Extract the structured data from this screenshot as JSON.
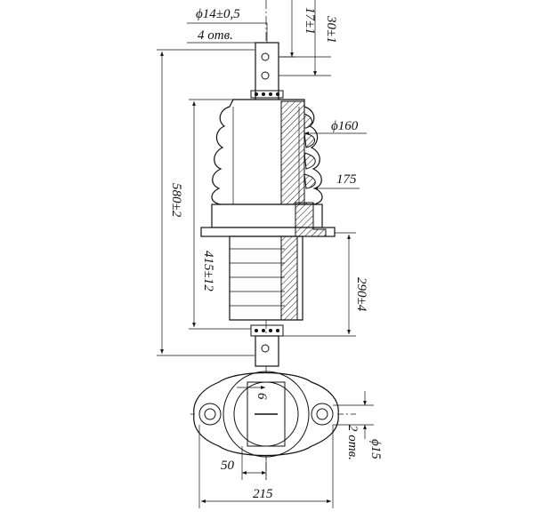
{
  "drawing": {
    "top_hole_dia": "ϕ14±0,5",
    "top_hole_count": "4 отв.",
    "dim_17": "17±1",
    "dim_30": "30±1",
    "dim_160": "ϕ160",
    "dim_175": "175",
    "dim_580": "580±2",
    "dim_415": "415±12",
    "dim_290": "290±4",
    "dim_6": "6",
    "dim_50": "50",
    "dim_215": "215",
    "flange_hole_dia": "ϕ15",
    "flange_hole_count": "2 отв."
  }
}
